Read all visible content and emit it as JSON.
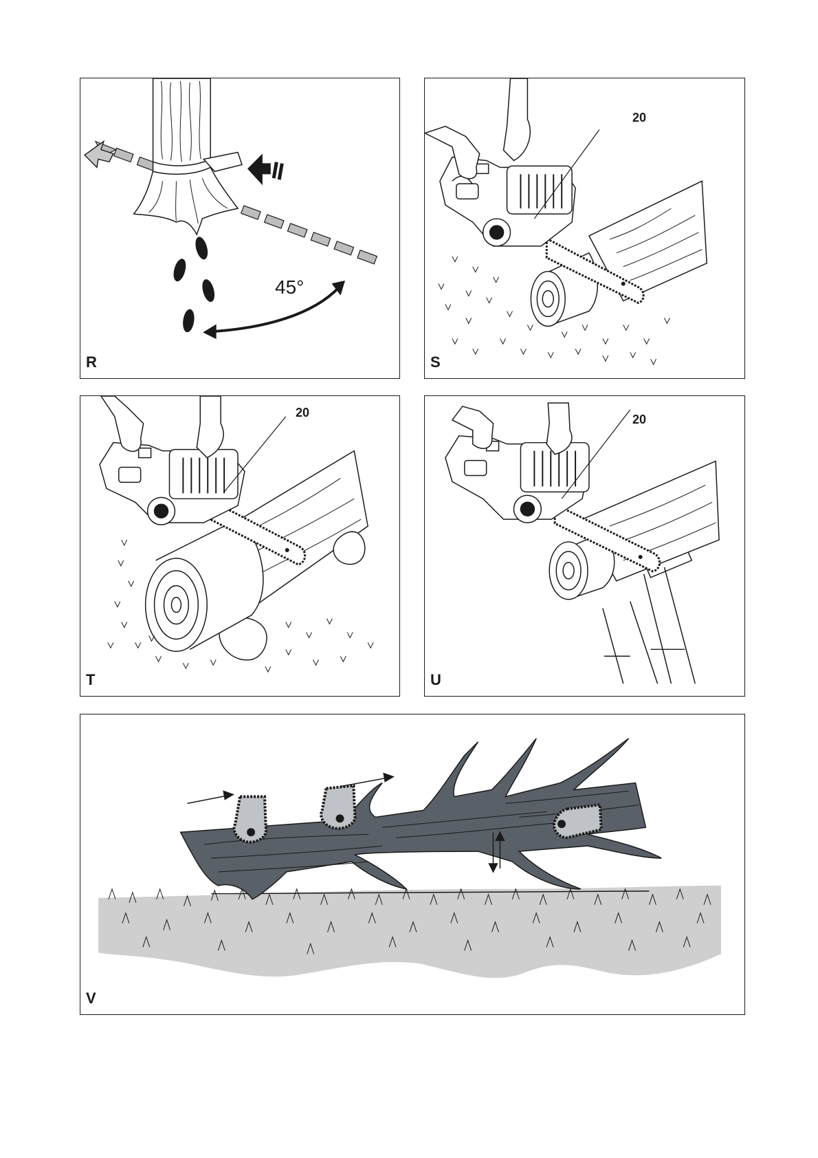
{
  "figures": {
    "R": {
      "letter": "R",
      "angle_label": "45°"
    },
    "S": {
      "letter": "S",
      "callout": "20"
    },
    "T": {
      "letter": "T",
      "callout": "20"
    },
    "U": {
      "letter": "U",
      "callout": "20"
    },
    "V": {
      "letter": "V"
    }
  },
  "colors": {
    "ink": "#1a1a1a",
    "log_grey": "#5a6068",
    "ground_grey": "#cfcfcf",
    "bar_grey": "#bfc2c6"
  },
  "icons": [
    "tree-trunk-icon",
    "wedge-icon",
    "push-arrow-icon",
    "footprint-icon",
    "chainsaw-icon",
    "log-icon",
    "sawhorse-icon",
    "grass-icon",
    "chain-bar-icon"
  ]
}
